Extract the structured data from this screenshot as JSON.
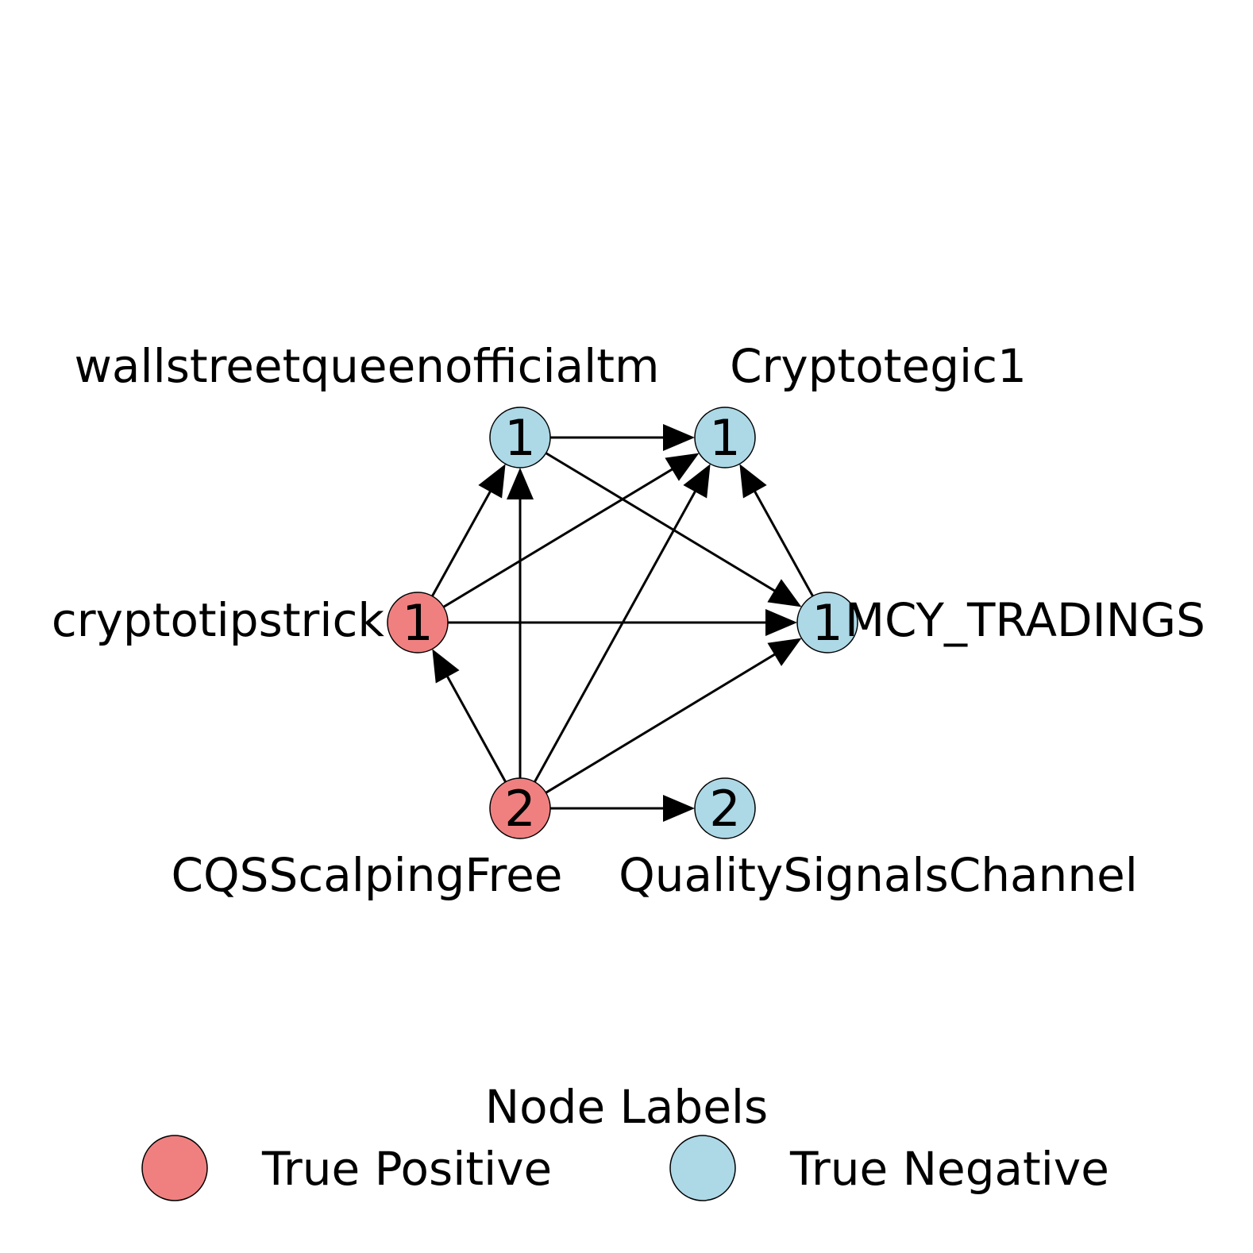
{
  "colors": {
    "true_positive": "#f08080",
    "true_negative": "#add8e6",
    "edge": "#000000",
    "node_stroke": "#000000"
  },
  "nodes": [
    {
      "id": "wallstreetqueenofficialtm",
      "label": "wallstreetqueenofficialtm",
      "value": "1",
      "class": "true_negative"
    },
    {
      "id": "Cryptotegic1",
      "label": "Cryptotegic1",
      "value": "1",
      "class": "true_negative"
    },
    {
      "id": "cryptotipstrick",
      "label": "cryptotipstrick",
      "value": "1",
      "class": "true_positive"
    },
    {
      "id": "MCY_TRADINGS",
      "label": "MCY_TRADINGS",
      "value": "1",
      "class": "true_negative"
    },
    {
      "id": "CQSScalpingFree",
      "label": "CQSScalpingFree",
      "value": "2",
      "class": "true_positive"
    },
    {
      "id": "QualitySignalsChannel",
      "label": "QualitySignalsChannel",
      "value": "2",
      "class": "true_negative"
    }
  ],
  "edges": [
    {
      "source": "wallstreetqueenofficialtm",
      "target": "Cryptotegic1"
    },
    {
      "source": "wallstreetqueenofficialtm",
      "target": "MCY_TRADINGS"
    },
    {
      "source": "cryptotipstrick",
      "target": "wallstreetqueenofficialtm"
    },
    {
      "source": "cryptotipstrick",
      "target": "Cryptotegic1"
    },
    {
      "source": "cryptotipstrick",
      "target": "MCY_TRADINGS"
    },
    {
      "source": "MCY_TRADINGS",
      "target": "Cryptotegic1"
    },
    {
      "source": "CQSScalpingFree",
      "target": "cryptotipstrick"
    },
    {
      "source": "CQSScalpingFree",
      "target": "wallstreetqueenofficialtm"
    },
    {
      "source": "CQSScalpingFree",
      "target": "Cryptotegic1"
    },
    {
      "source": "CQSScalpingFree",
      "target": "MCY_TRADINGS"
    },
    {
      "source": "CQSScalpingFree",
      "target": "QualitySignalsChannel"
    }
  ],
  "legend": {
    "title": "Node Labels",
    "items": [
      {
        "label": "True Positive",
        "class": "true_positive"
      },
      {
        "label": "True Negative",
        "class": "true_negative"
      }
    ]
  }
}
